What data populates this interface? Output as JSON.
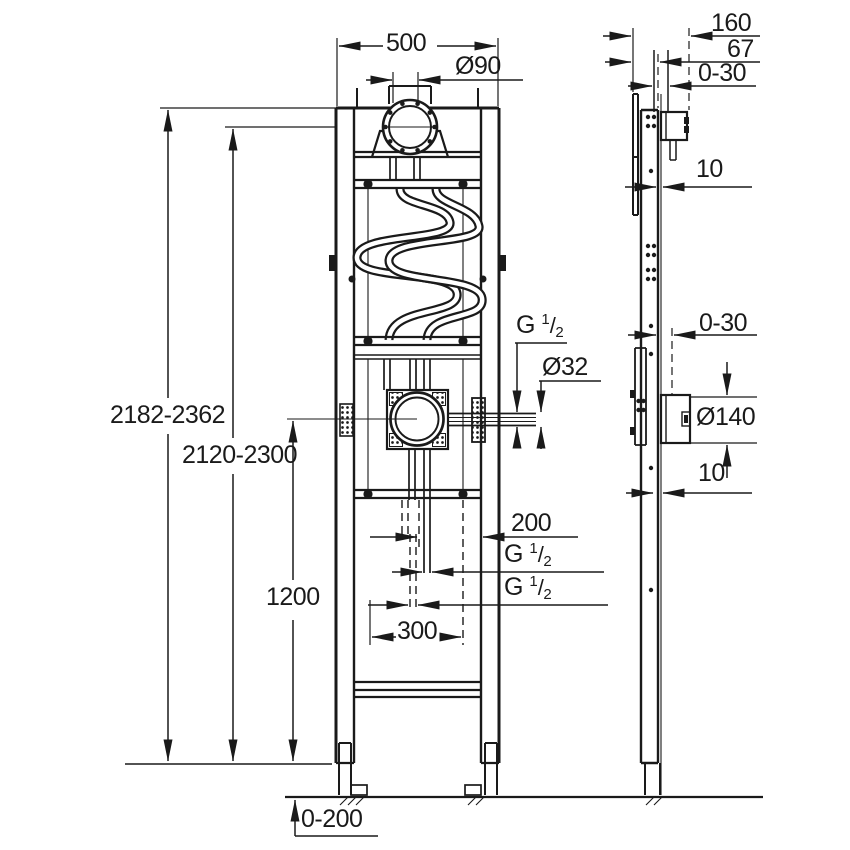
{
  "page": {
    "background": "#ffffff",
    "line_color": "#1a1a1a",
    "description": "Technical installation drawing of a wall-mounted sanitary frame (front view and side view) with dimension annotations in millimetres"
  },
  "labels": {
    "front": {
      "width_top": "500",
      "spout_diameter": "Ø90",
      "overall_height": "2182-2362",
      "frame_height": "2120-2300",
      "mixer_center_height": "1200",
      "side_offset": "200",
      "pipe_diameter": "Ø32",
      "connection_spacing": "300",
      "foot_adjustment": "0-200"
    },
    "side": {
      "depth_total": "160",
      "depth_rail": "67",
      "wall_adjust_top": "0-30",
      "wall_gap_top": "10",
      "wall_adjust_mid": "0-30",
      "mixer_box_diameter": "Ø140",
      "wall_gap_bottom": "10"
    },
    "thread": {
      "base": "G",
      "sup": "1",
      "slash": "/",
      "sub": "2"
    }
  }
}
